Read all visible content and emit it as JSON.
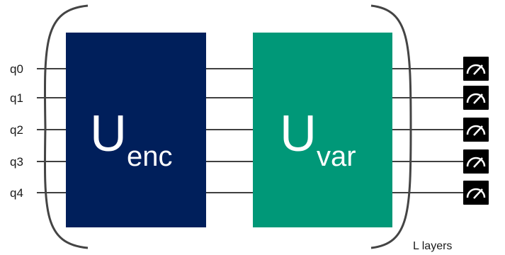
{
  "qubits": [
    "q0",
    "q1",
    "q2",
    "q3",
    "q4"
  ],
  "gates": [
    {
      "main": "U",
      "sub": "enc",
      "color": "#001f5b"
    },
    {
      "main": "U",
      "sub": "var",
      "color": "#009878"
    }
  ],
  "layers_label": "L layers",
  "colors": {
    "wire": "#000000",
    "bracket": "#444444",
    "meter": "#000000"
  }
}
